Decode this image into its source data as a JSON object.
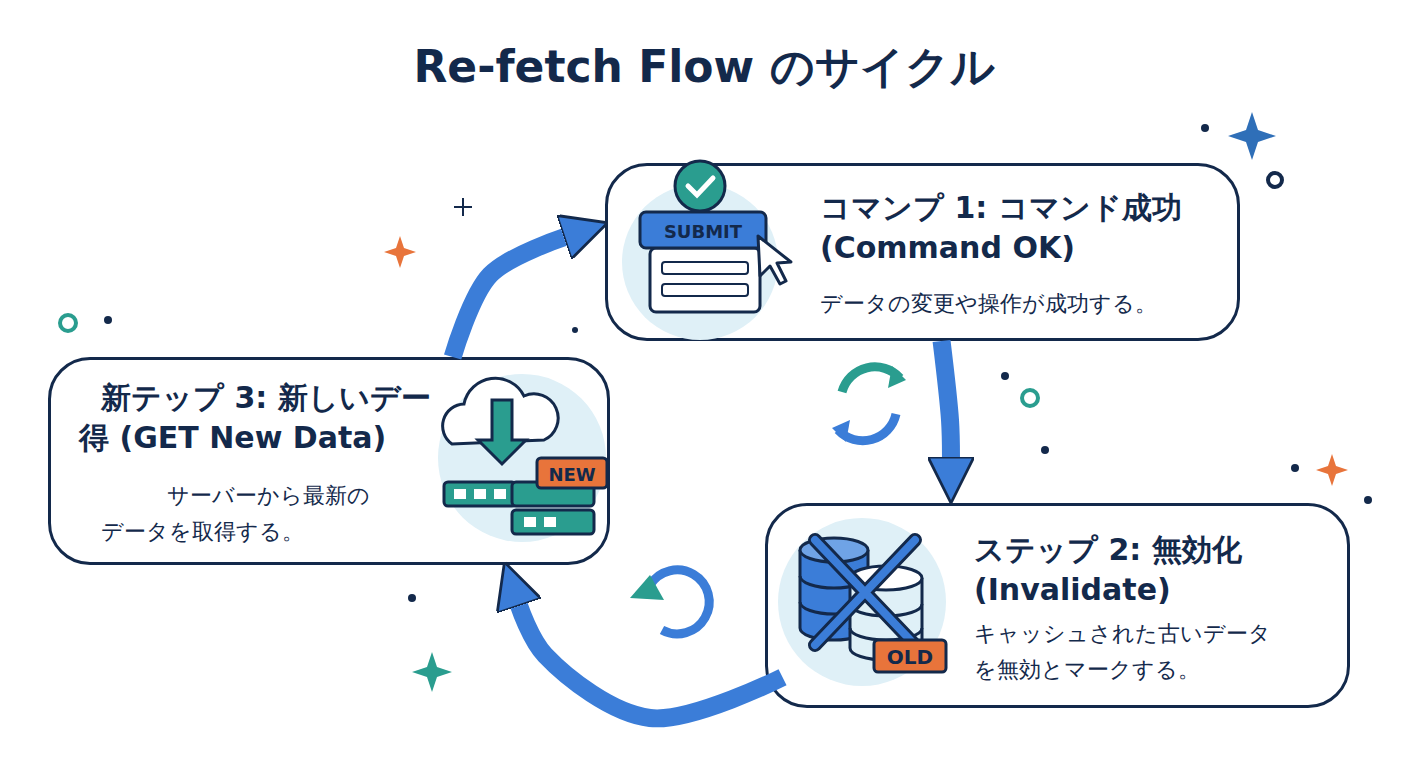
{
  "diagram": {
    "title": "Re-fetch Flow のサイクル",
    "nodes": [
      {
        "text": [
          "コマンプ 1: コマンド成功 (Command OK)",
          "データの変更や操作が成功する。"
        ]
      },
      {
        "text": [
          "ステップ 2: 無効化 (Invalidate)",
          "キャッシュされた古いデータ を無効とマークする。"
        ]
      },
      {
        "text": [
          "新テップ 3: 新しいデー 得 (GET New Data)",
          "サーバーから最新の データを取得する。"
        ]
      }
    ],
    "edges": [
      {
        "from": 0,
        "to": 1,
        "arrow": "to"
      },
      {
        "from": 1,
        "to": 2,
        "arrow": "to"
      },
      {
        "from": 2,
        "to": 0,
        "arrow": "to"
      }
    ],
    "labels": [
      "SUBMIT",
      "NEW",
      "OLD"
    ]
  }
}
